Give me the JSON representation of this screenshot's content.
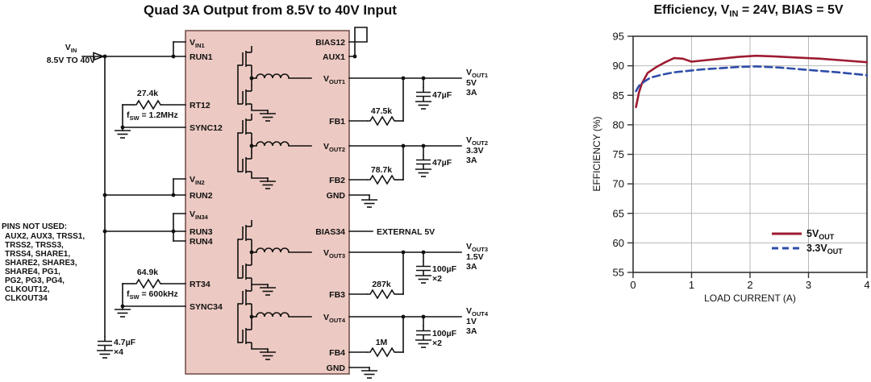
{
  "schematic": {
    "title": "Quad 3A Output from 8.5V to 40V Input",
    "vin": {
      "sym": "V",
      "sub": "IN",
      "range": "8.5V TO 40V"
    },
    "rt12": {
      "value": "27.4k",
      "fsym": "f",
      "fsub": "SW",
      "feq": " = 1.2MHz"
    },
    "rt34": {
      "value": "64.9k",
      "fsym": "f",
      "fsub": "SW",
      "feq": " = 600kHz"
    },
    "cin": {
      "value": "4.7µF",
      "mult": "×4"
    },
    "pins_not_used": {
      "heading": "PINS NOT USED:",
      "lines": [
        "AUX2, AUX3, TRSS1,",
        "TRSS2, TRSS3,",
        "TRSS4, SHARE1,",
        "SHARE2, SHARE3,",
        "SHARE4, PG1,",
        "PG2, PG3, PG4,",
        "CLKOUT12,",
        "CLKOUT34"
      ]
    },
    "pins_left": [
      {
        "pre": "V",
        "sub": "IN1"
      },
      {
        "pre": "RUN1",
        "sub": ""
      },
      {
        "pre": "RT12",
        "sub": ""
      },
      {
        "pre": "SYNC12",
        "sub": ""
      },
      {
        "pre": "V",
        "sub": "IN2"
      },
      {
        "pre": "RUN2",
        "sub": ""
      },
      {
        "pre": "V",
        "sub": "IN34"
      },
      {
        "pre": "RUN3",
        "sub": ""
      },
      {
        "pre": "RUN4",
        "sub": ""
      },
      {
        "pre": "RT34",
        "sub": ""
      },
      {
        "pre": "SYNC34",
        "sub": ""
      }
    ],
    "pins_right": [
      {
        "pre": "BIAS12",
        "sub": ""
      },
      {
        "pre": "AUX1",
        "sub": ""
      },
      {
        "pre": "V",
        "sub": "OUT1"
      },
      {
        "pre": "FB1",
        "sub": ""
      },
      {
        "pre": "V",
        "sub": "OUT2"
      },
      {
        "pre": "FB2",
        "sub": ""
      },
      {
        "pre": "GND",
        "sub": ""
      },
      {
        "pre": "BIAS34",
        "sub": ""
      },
      {
        "pre": "V",
        "sub": "OUT3"
      },
      {
        "pre": "FB3",
        "sub": ""
      },
      {
        "pre": "V",
        "sub": "OUT4"
      },
      {
        "pre": "FB4",
        "sub": ""
      },
      {
        "pre": "GND",
        "sub": ""
      }
    ],
    "external_bias": "EXTERNAL 5V",
    "outputs": [
      {
        "pre": "V",
        "sub": "OUT1",
        "volts": "5V",
        "amps": "3A",
        "fb": "47.5k",
        "cap": "47µF",
        "mult": ""
      },
      {
        "pre": "V",
        "sub": "OUT2",
        "volts": "3.3V",
        "amps": "3A",
        "fb": "78.7k",
        "cap": "47µF",
        "mult": ""
      },
      {
        "pre": "V",
        "sub": "OUT3",
        "volts": "1.5V",
        "amps": "3A",
        "fb": "287k",
        "cap": "100µF",
        "mult": "×2"
      },
      {
        "pre": "V",
        "sub": "OUT4",
        "volts": "1V",
        "amps": "3A",
        "fb": "1M",
        "cap": "100µF",
        "mult": "×2"
      }
    ]
  },
  "chart": {
    "title_pre": "Efficiency, V",
    "title_sub": "IN",
    "title_post": " = 24V, BIAS = 5V",
    "xlabel": "LOAD CURRENT (A)",
    "ylabel": "EFFICIENCY (%)",
    "legend": [
      {
        "pre": "5V",
        "sub": "OUT"
      },
      {
        "pre": "3.3V",
        "sub": "OUT"
      }
    ]
  },
  "chart_data": {
    "type": "line",
    "title": "Efficiency, VIN = 24V, BIAS = 5V",
    "xlabel": "LOAD CURRENT (A)",
    "ylabel": "EFFICIENCY (%)",
    "xlim": [
      0,
      4
    ],
    "ylim": [
      55,
      95
    ],
    "xticks": [
      0,
      1,
      2,
      3,
      4
    ],
    "yticks": [
      55,
      60,
      65,
      70,
      75,
      80,
      85,
      90,
      95
    ],
    "grid": true,
    "legend_position": "lower right",
    "series": [
      {
        "name": "5VOUT",
        "color": "#9e1b32",
        "style": "solid",
        "x": [
          0.05,
          0.1,
          0.15,
          0.25,
          0.4,
          0.55,
          0.7,
          0.85,
          1.0,
          1.2,
          1.5,
          1.8,
          2.1,
          2.4,
          2.8,
          3.2,
          3.6,
          4.0
        ],
        "y": [
          83.0,
          85.5,
          87.0,
          88.8,
          89.8,
          90.6,
          91.3,
          91.2,
          90.7,
          90.9,
          91.2,
          91.5,
          91.7,
          91.6,
          91.4,
          91.2,
          90.9,
          90.6
        ]
      },
      {
        "name": "3.3VOUT",
        "color": "#2f4da8",
        "style": "dashed",
        "x": [
          0.05,
          0.1,
          0.2,
          0.3,
          0.5,
          0.7,
          0.9,
          1.2,
          1.5,
          1.8,
          2.1,
          2.5,
          3.0,
          3.5,
          4.0
        ],
        "y": [
          85.7,
          86.6,
          87.4,
          88.0,
          88.5,
          88.9,
          89.1,
          89.4,
          89.6,
          89.8,
          89.9,
          89.7,
          89.3,
          88.9,
          88.4
        ]
      }
    ]
  }
}
